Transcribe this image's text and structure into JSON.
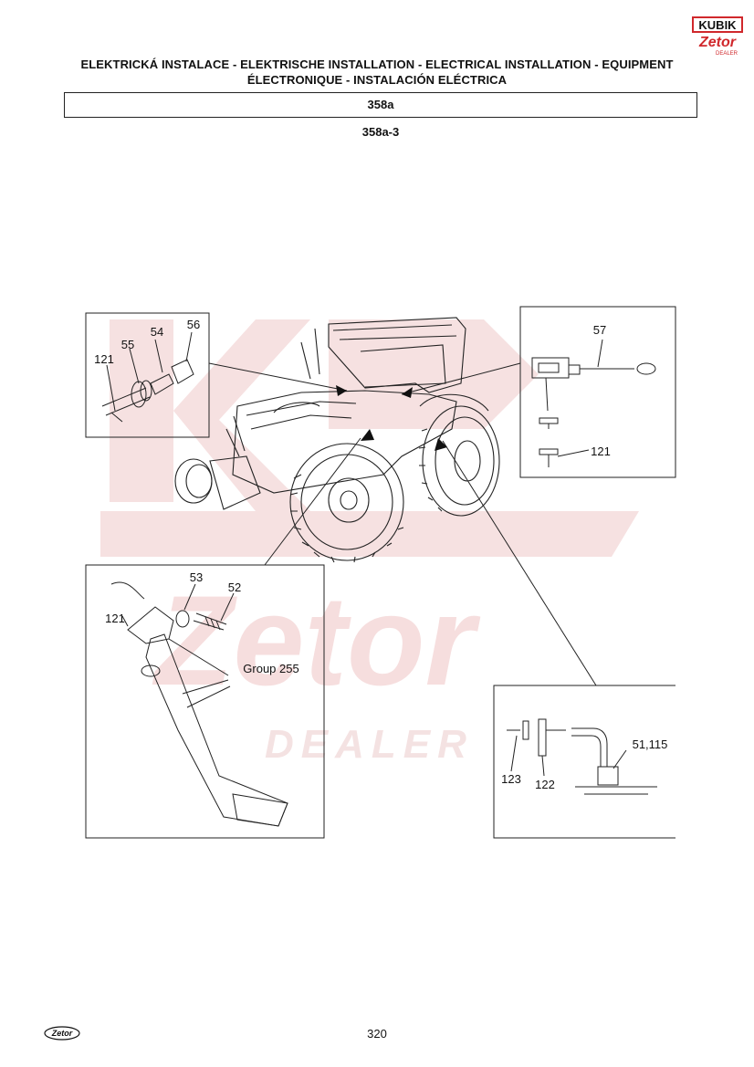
{
  "header": {
    "title_line1": "ELEKTRICKÁ INSTALACE - ELEKTRISCHE INSTALLATION - ELECTRICAL INSTALLATION - EQUIPMENT",
    "title_line2": "ÉLECTRONIQUE - INSTALACIÓN ELÉCTRICA",
    "section_code": "358a",
    "sub_code": "358a-3"
  },
  "logo": {
    "top_text": "KUBIK",
    "brand_text": "Zetor",
    "sub_text": "DEALER"
  },
  "watermark": {
    "brand": "Zetor",
    "dealer": "DEALER"
  },
  "callouts": {
    "top_left": [
      "56",
      "54",
      "55",
      "121"
    ],
    "top_right": [
      "57",
      "121"
    ],
    "bottom_left": [
      "53",
      "52",
      "121",
      "Group 255"
    ],
    "bottom_right": [
      "51,115",
      "123",
      "122"
    ]
  },
  "footer": {
    "page_number": "320",
    "logo_text": "Zetor"
  },
  "colors": {
    "logo_red": "#d0282c",
    "watermark": "#f3d2d2"
  }
}
